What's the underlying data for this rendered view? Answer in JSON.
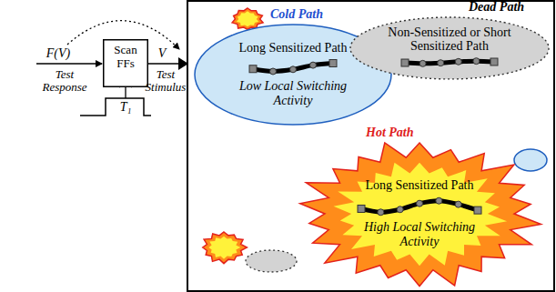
{
  "diagram": {
    "nodes": [
      {
        "text": [
          "Scan FFs"
        ]
      },
      {
        "text": [
          "Cold Path",
          "Long Sensitized Path",
          "Low Local Switching Activity"
        ]
      },
      {
        "text": [
          "Dead Path",
          "Non-Sensitized or Short Sensitized Path"
        ]
      },
      {
        "text": [
          "Hot Path",
          "Long Sensitized Path",
          "High Local Switching Activity"
        ]
      }
    ],
    "labels": [
      "F(V)",
      "Test Response",
      "V",
      "Test Stimulus",
      "T₁"
    ]
  }
}
